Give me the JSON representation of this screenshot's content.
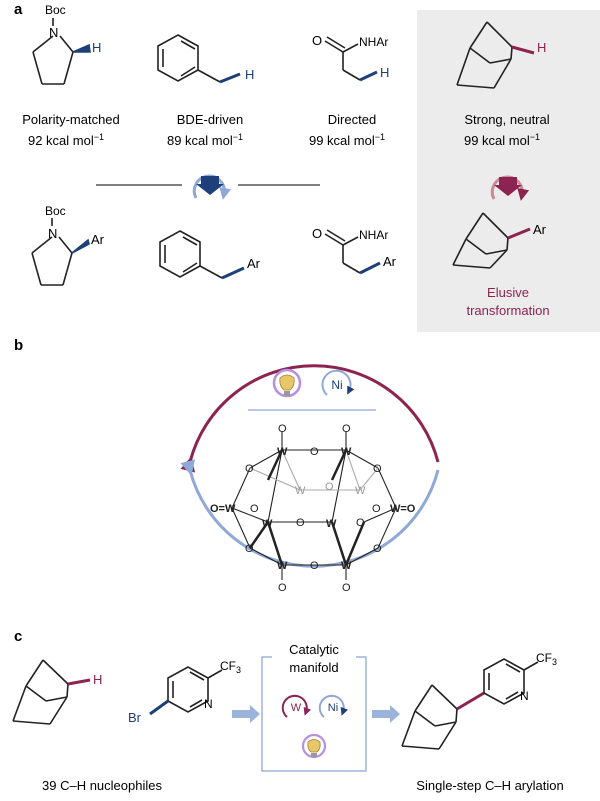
{
  "colors": {
    "navy": "#1f3f7a",
    "crimson": "#8c2350",
    "blue_light": "#8fa8d8",
    "rose_light": "#cc8a95",
    "panel_gray": "#ececec",
    "lavender": "#b78fe0",
    "bulb_yellow": "#e7c76a",
    "arrow_gray_blue": "#9cb4dc"
  },
  "panel_a": {
    "letter": "a",
    "substrates": [
      {
        "group_label": "Boc",
        "atom_label": "N",
        "h_label": "H",
        "category": "Polarity-matched",
        "energy": "92 kcal mol",
        "energy_sup": "−1"
      },
      {
        "h_label": "H",
        "category": "BDE-driven",
        "energy": "89 kcal mol",
        "energy_sup": "−1"
      },
      {
        "top_o": "O",
        "group_label": "NHAr",
        "h_label": "H",
        "category": "Directed",
        "energy": "99 kcal mol",
        "energy_sup": "−1"
      },
      {
        "h_label": "H",
        "category": "Strong, neutral",
        "energy": "99 kcal mol",
        "energy_sup": "−1"
      }
    ],
    "products": [
      {
        "group_label": "Boc",
        "atom_label": "N",
        "ar_label": "Ar"
      },
      {
        "ar_label": "Ar"
      },
      {
        "top_o": "O",
        "group_label": "NHAr",
        "ar_label": "Ar"
      },
      {
        "ar_label": "Ar"
      }
    ],
    "elusive_line1": "Elusive",
    "elusive_line2": "transformation"
  },
  "panel_b": {
    "letter": "b",
    "ni_label": "Ni",
    "cluster_w": "W",
    "cluster_o": "O",
    "cluster_terminal": "O=W",
    "cluster_terminal_right": "W=O"
  },
  "panel_c": {
    "letter": "c",
    "manifold_line1": "Catalytic",
    "manifold_line2": "manifold",
    "w_label": "W",
    "ni_label": "Ni",
    "cf3": "CF",
    "cf3_sub": "3",
    "br": "Br",
    "n": "N",
    "h": "H",
    "left_caption": "39 C–H nucleophiles",
    "right_caption": "Single-step C–H arylation"
  }
}
